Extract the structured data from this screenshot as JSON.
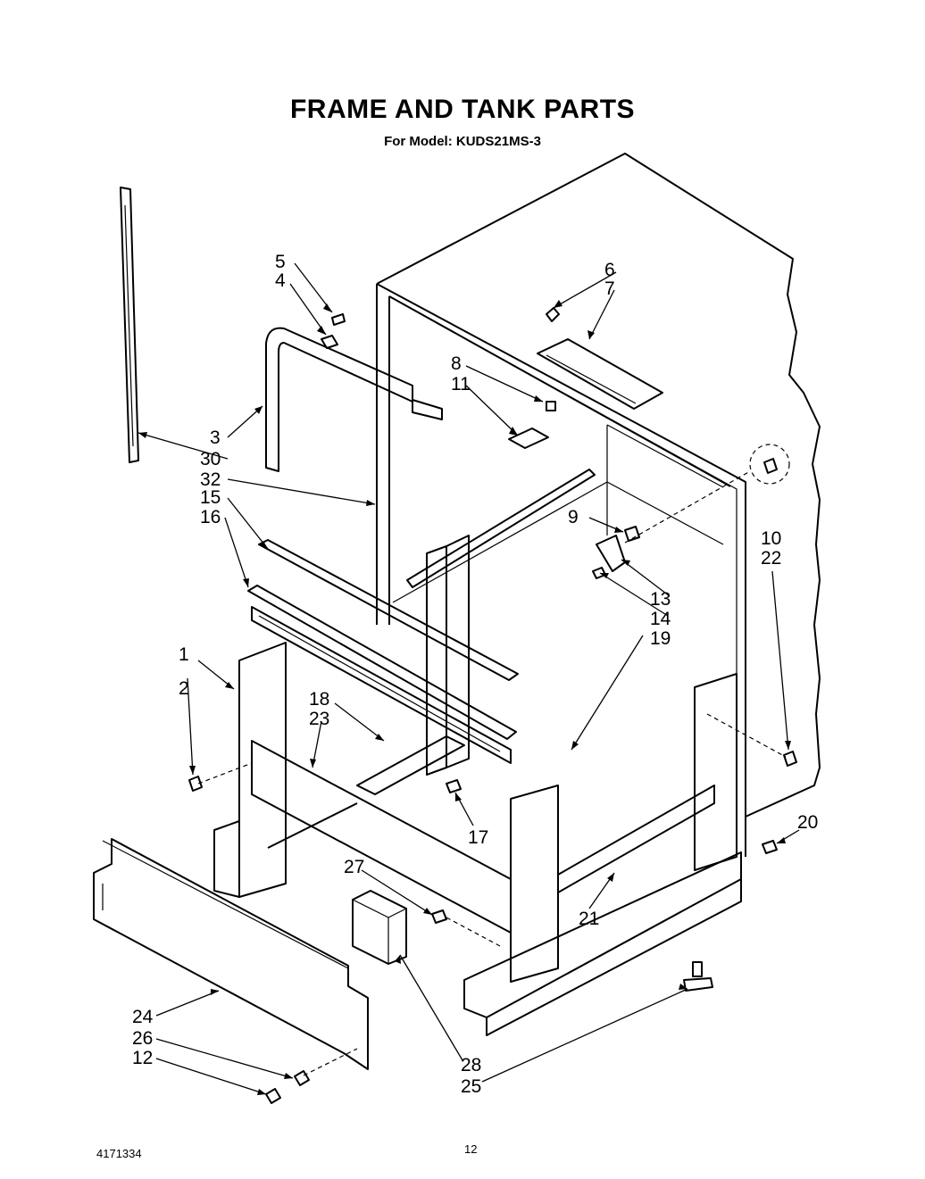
{
  "title": "FRAME AND TANK PARTS",
  "subtitle": "For Model: KUDS21MS-3",
  "footer": {
    "doc_number": "4171334",
    "page_number": "12"
  },
  "callouts": {
    "c1": "1",
    "c2": "2",
    "c3": "3",
    "c4": "4",
    "c5": "5",
    "c6": "6",
    "c7": "7",
    "c8": "8",
    "c9": "9",
    "c10": "10",
    "c11": "11",
    "c12": "12",
    "c13": "13",
    "c14": "14",
    "c15": "15",
    "c16": "16",
    "c17": "17",
    "c18": "18",
    "c19": "19",
    "c20": "20",
    "c21": "21",
    "c22": "22",
    "c23": "23",
    "c24": "24",
    "c25": "25",
    "c26": "26",
    "c27": "27",
    "c28": "28",
    "c30": "30",
    "c32": "32"
  }
}
